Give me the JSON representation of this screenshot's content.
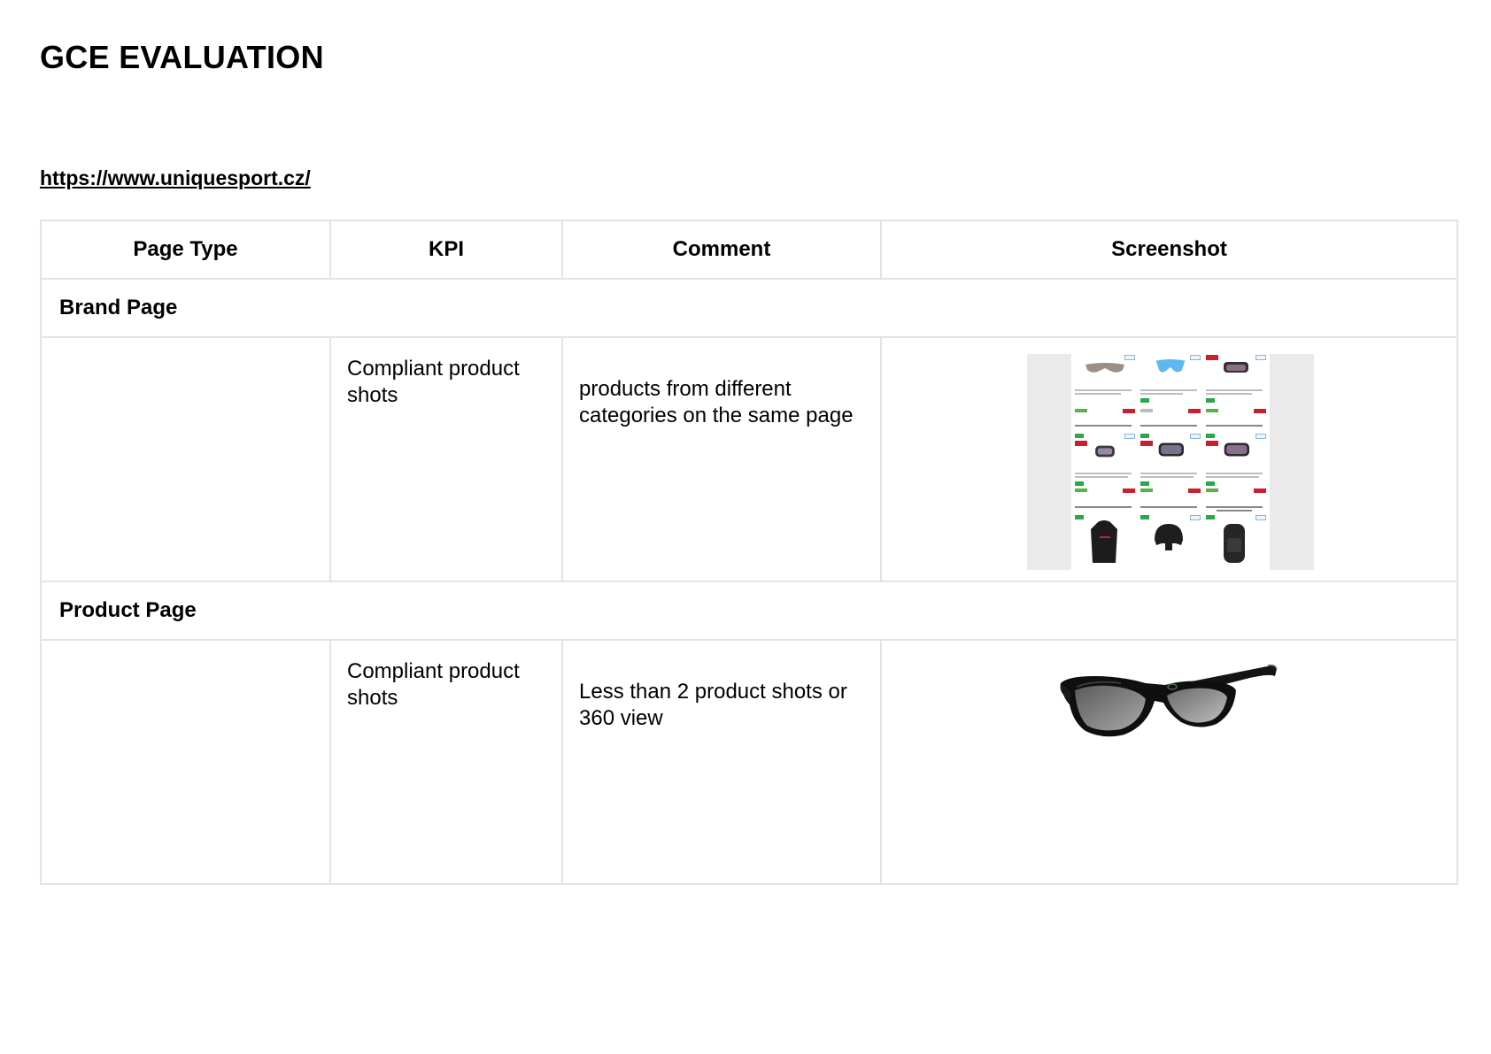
{
  "document": {
    "title": "GCE EVALUATION",
    "url": "https://www.uniquesport.cz/"
  },
  "table": {
    "headers": {
      "page_type": "Page Type",
      "kpi": "KPI",
      "comment": "Comment",
      "screenshot": "Screenshot"
    },
    "sections": [
      {
        "label": "Brand Page",
        "row": {
          "page_type": "",
          "kpi": "Compliant product shots",
          "comment": "products from different categories on the same page",
          "screenshot": "brand-page-product-grid"
        }
      },
      {
        "label": "Product Page",
        "row": {
          "page_type": "",
          "kpi": "Compliant product shots",
          "comment": "Less than 2 product shots or 360 view",
          "screenshot": "sunglasses-product-shot"
        }
      }
    ]
  },
  "colors": {
    "border": "#e3e3e3",
    "price_green": "#56b344",
    "cart_red": "#c8202c",
    "lens_blue": "#5bb8f0"
  }
}
